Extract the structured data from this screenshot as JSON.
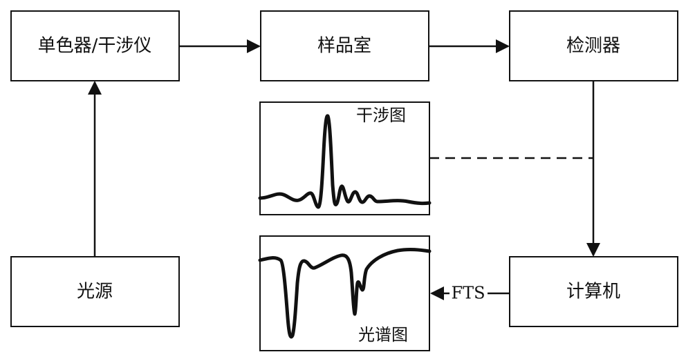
{
  "boxes": {
    "monochromator": "单色器/干涉仪",
    "sample": "样品室",
    "detector": "检测器",
    "source": "光源",
    "computer": "计算机"
  },
  "plots": {
    "interferogram": "干涉图",
    "spectrum": "光谱图"
  },
  "edges": {
    "fts": "FTS"
  },
  "colors": {
    "stroke": "#111111",
    "background": "#ffffff"
  }
}
